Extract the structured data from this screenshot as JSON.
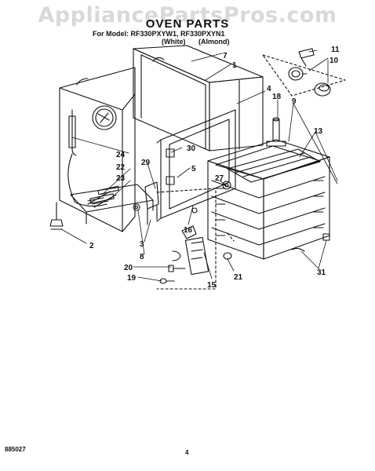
{
  "watermark": "AppliancePartsPros.com",
  "title": "OVEN PARTS",
  "subtitle": "For Model: RF330PXYW1, RF330PXYN1",
  "variants": [
    "(White)",
    "(Almond)"
  ],
  "callouts": [
    "1",
    "2",
    "3",
    "4",
    "5",
    "7",
    "8",
    "9",
    "10",
    "11",
    "13",
    "15",
    "16",
    "18",
    "19",
    "20",
    "21",
    "22",
    "23",
    "24",
    "27",
    "29",
    "30",
    "31"
  ],
  "footer_code": "885027",
  "page_number": "4"
}
